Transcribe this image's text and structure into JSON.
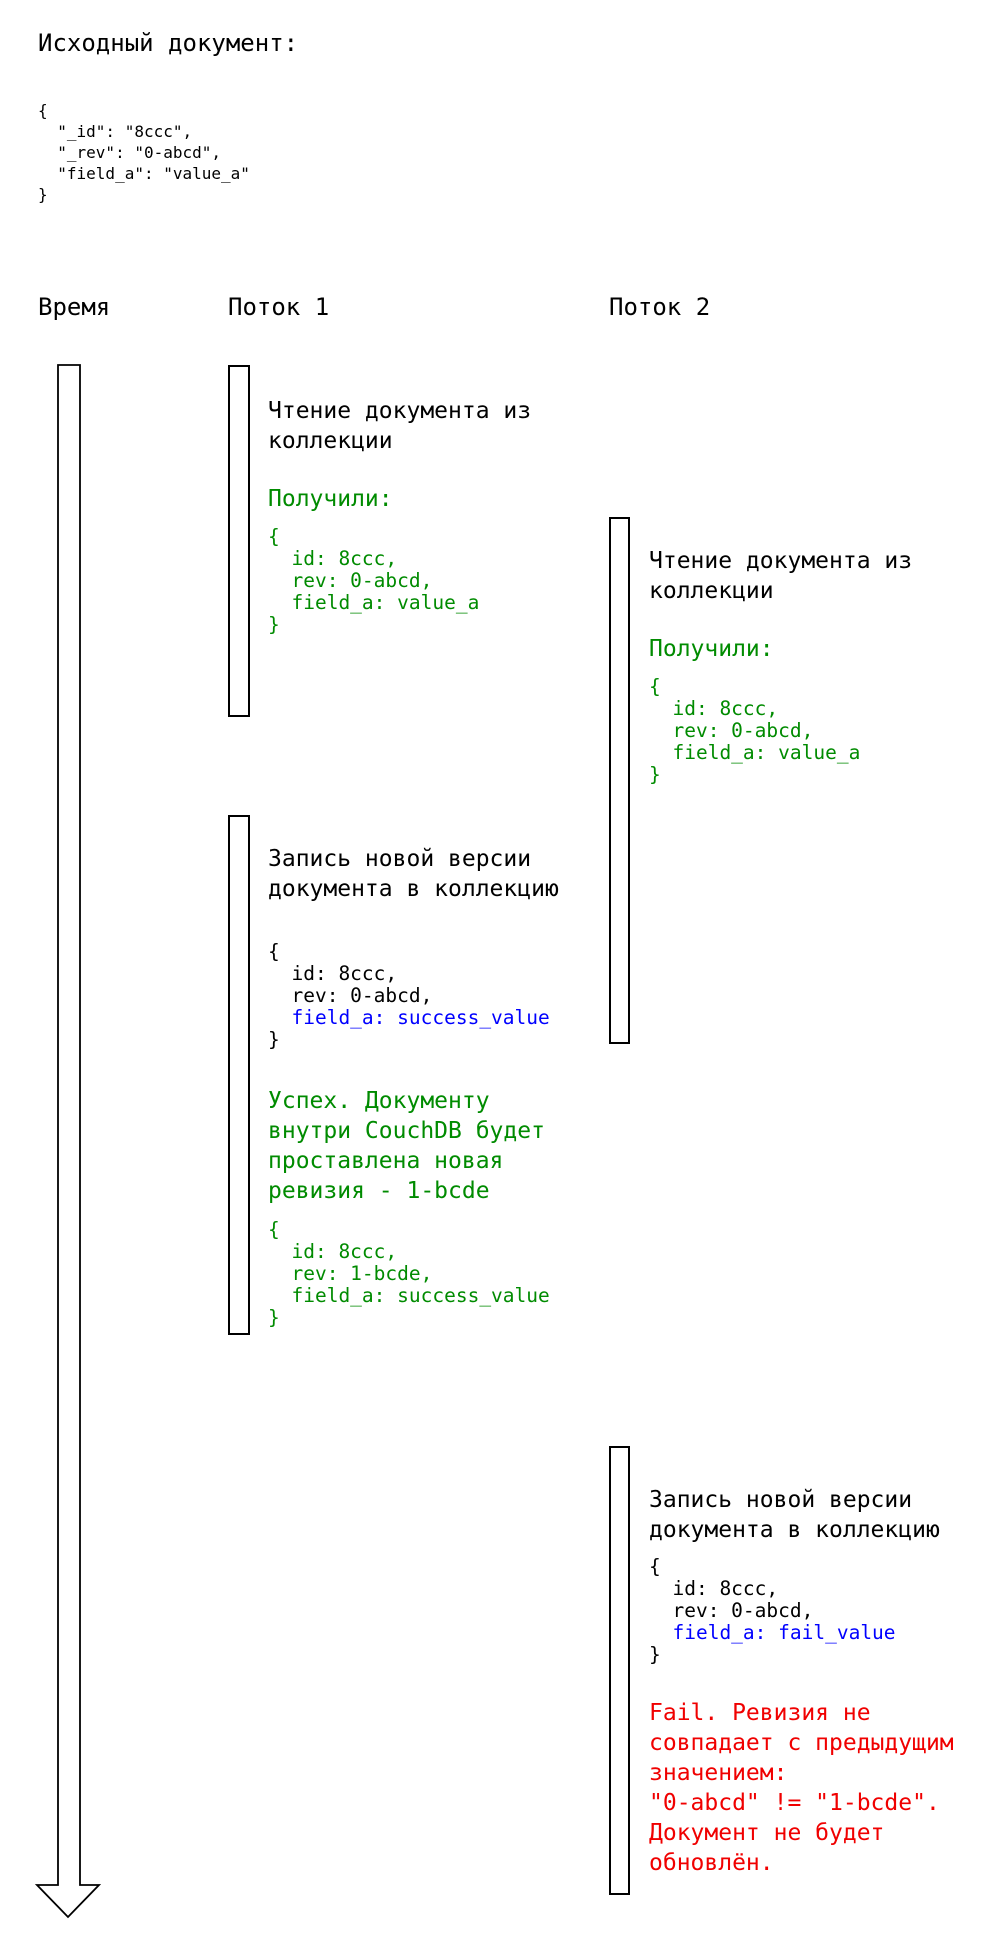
{
  "colors": {
    "green": "#008b00",
    "blue": "#0000ff",
    "red": "#f00000",
    "line": "#000000"
  },
  "header": {
    "title": "Исходный документ:",
    "initial_json": "{\n  \"_id\": \"8ccc\",\n  \"_rev\": \"0-abcd\",\n  \"field_a\": \"value_a\"\n}"
  },
  "columns": {
    "time_label": "Время",
    "thread1_label": "Поток 1",
    "thread2_label": "Поток 2"
  },
  "thread1": {
    "read": {
      "action": "Чтение документа из\nколлекции",
      "result_label": "Получили:",
      "result_json": "{\n  id: 8ccc,\n  rev: 0-abcd,\n  field_a: value_a\n}"
    },
    "write": {
      "action": "Запись новой версии\nдокумента в коллекцию",
      "json_head": "{\n  id: 8ccc,\n  rev: 0-abcd,\n",
      "json_blue": "  field_a: success_value\n",
      "json_tail": "}",
      "success_text": "Успех. Документу\nвнутри CouchDB будет\nпроставлена новая\nревизия - 1-bcde",
      "success_json": "{\n  id: 8ccc,\n  rev: 1-bcde,\n  field_a: success_value\n}"
    }
  },
  "thread2": {
    "read": {
      "action": "Чтение документа из\nколлекции",
      "result_label": "Получили:",
      "result_json": "{\n  id: 8ccc,\n  rev: 0-abcd,\n  field_a: value_a\n}"
    },
    "write": {
      "action": "Запись новой версии\nдокумента в коллекцию",
      "json_head": "{\n  id: 8ccc,\n  rev: 0-abcd,\n",
      "json_blue": "  field_a: fail_value\n",
      "json_tail": "}",
      "fail_text": "Fail. Ревизия не\nсовпадает с предыдущим\nзначением:\n\"0-abcd\" != \"1-bcde\".\nДокумент не будет\nобновлён."
    }
  }
}
